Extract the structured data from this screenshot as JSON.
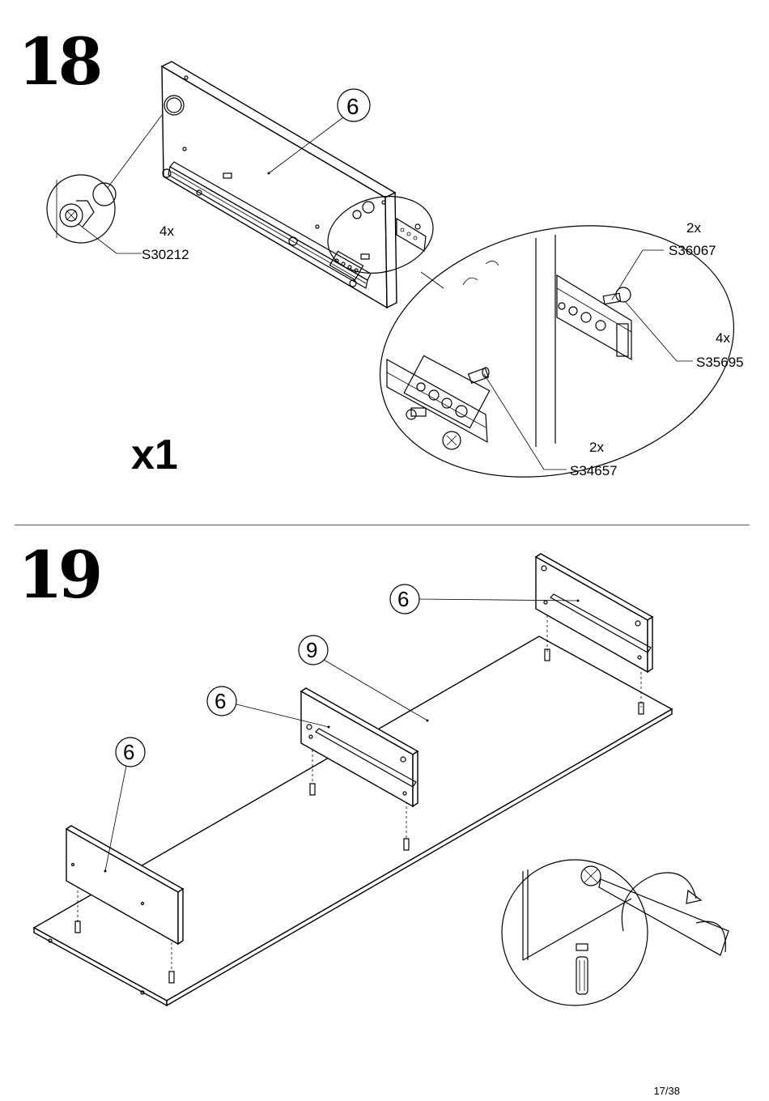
{
  "step18": {
    "number": "18",
    "quantity": "x1",
    "part_ref": "6",
    "parts": [
      {
        "qty": "4x",
        "code": "S30212"
      },
      {
        "qty": "2x",
        "code": "S36067"
      },
      {
        "qty": "4x",
        "code": "S35695"
      },
      {
        "qty": "2x",
        "code": "S34657"
      }
    ]
  },
  "step19": {
    "number": "19",
    "part_refs": [
      "6",
      "9",
      "6",
      "6"
    ]
  },
  "page": "17/38"
}
